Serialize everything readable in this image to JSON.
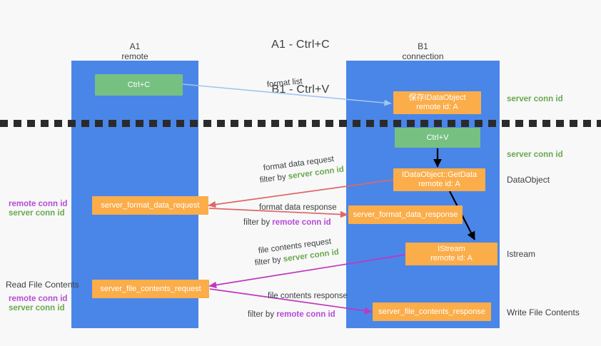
{
  "title": {
    "line1": "A1 - Ctrl+C",
    "line2": "B1 - Ctrl+V"
  },
  "columns": [
    {
      "name": "A1",
      "sub": "remote"
    },
    {
      "name": "B1",
      "sub": "connection"
    }
  ],
  "colors": {
    "lane": "#4a86e8",
    "node_green": "#76c082",
    "node_orange": "#fbad4a",
    "text_dark": "#3c4043",
    "server_conn": "#6aa84f",
    "remote_conn": "#b44bd6",
    "arrow_blue": "#9fc5f0",
    "arrow_red": "#e06666",
    "arrow_magenta": "#c036c0",
    "arrow_black": "#000000",
    "divider": "#2b2b2b",
    "background": "#f8f8f8"
  },
  "nodes": {
    "ctrl_c": {
      "line1": "Ctrl+C",
      "line2": ""
    },
    "ctrl_v": {
      "line1": "Ctrl+V",
      "line2": ""
    },
    "save_idataobject": {
      "line1": "保存IDataObject",
      "line2": "remote id: A"
    },
    "getdata": {
      "line1": "IDataObject::GetData",
      "line2": "remote id: A"
    },
    "istream": {
      "line1": "IStream",
      "line2": "remote id: A"
    },
    "format_data_request": {
      "line1": "server_format_data_request",
      "line2": ""
    },
    "format_data_response": {
      "line1": "server_format_data_response",
      "line2": ""
    },
    "file_contents_request": {
      "line1": "server_file_contents_request",
      "line2": ""
    },
    "file_contents_response": {
      "line1": "server_file_contents_response",
      "line2": ""
    }
  },
  "edge_labels": {
    "format_list": "format list",
    "format_data_request": "format data request",
    "format_data_request_filter_prefix": "filter by ",
    "format_data_request_filter_value": "server conn id",
    "format_data_response": "format data response",
    "format_data_response_filter_prefix": "filter by ",
    "format_data_response_filter_value": "remote conn id",
    "file_contents_request": "file contents request",
    "file_contents_request_filter_prefix": "filter by ",
    "file_contents_request_filter_value": "server conn id",
    "file_contents_response": "file contents response",
    "file_contents_response_filter_prefix": "filter by ",
    "file_contents_response_filter_value": "remote conn id"
  },
  "side_labels": {
    "right_server_conn_top": "server conn id",
    "right_server_conn_mid": "server conn id",
    "right_dataobject": "DataObject",
    "right_istream": "Istream",
    "right_write_file_contents": "Write File Contents",
    "left_remote_conn_1": "remote conn id",
    "left_server_conn_1": "server conn id",
    "left_read_file_contents": "Read File Contents",
    "left_remote_conn_2": "remote conn id",
    "left_server_conn_2": "server conn id"
  }
}
